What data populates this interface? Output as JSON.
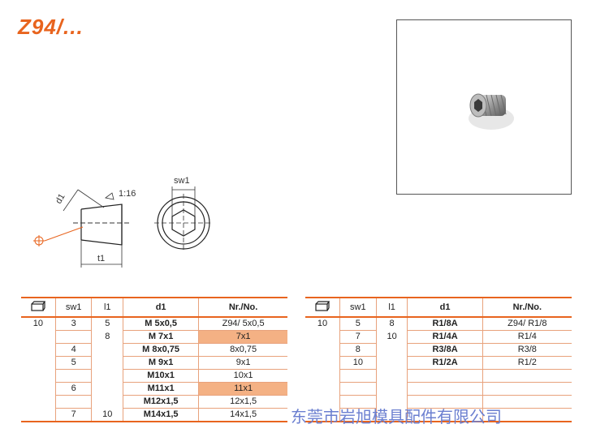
{
  "title": "Z94/...",
  "drawing": {
    "label_d1": "d1",
    "label_taper": "1:16",
    "label_t1": "t1",
    "label_sw1": "sw1"
  },
  "watermark": "东莞市岩旭模具配件有限公司",
  "colors": {
    "accent": "#e8641e",
    "highlight": "#f4b184",
    "watermark": "#6b7fd0"
  },
  "icons": {
    "table_header": "box-icon",
    "drawing_center": "crosshair-icon"
  },
  "table_left": {
    "headers": [
      "",
      "sw1",
      "l1",
      "d1",
      "Nr./No."
    ],
    "rows": [
      {
        "c0": "10",
        "c1": "3",
        "c2": "5",
        "d1": "M  5x0,5",
        "nr": "Z94/   5x0,5",
        "hl": false
      },
      {
        "c0": "",
        "c1": "",
        "c2": "8",
        "d1": "M  7x1",
        "nr": "7x1",
        "hl": true
      },
      {
        "c0": "",
        "c1": "4",
        "c2": "",
        "d1": "M  8x0,75",
        "nr": "8x0,75",
        "hl": false
      },
      {
        "c0": "",
        "c1": "5",
        "c2": "",
        "d1": "M  9x1",
        "nr": "9x1",
        "hl": false
      },
      {
        "c0": "",
        "c1": "",
        "c2": "",
        "d1": "M10x1",
        "nr": "10x1",
        "hl": false
      },
      {
        "c0": "",
        "c1": "6",
        "c2": "",
        "d1": "M11x1",
        "nr": "11x1",
        "hl": true
      },
      {
        "c0": "",
        "c1": "",
        "c2": "",
        "d1": "M12x1,5",
        "nr": "12x1,5",
        "hl": false
      },
      {
        "c0": "",
        "c1": "7",
        "c2": "10",
        "d1": "M14x1,5",
        "nr": "14x1,5",
        "hl": false
      }
    ]
  },
  "table_right": {
    "headers": [
      "",
      "sw1",
      "l1",
      "d1",
      "Nr./No."
    ],
    "rows": [
      {
        "c0": "10",
        "c1": "5",
        "c2": "8",
        "d1": "R1/8A",
        "nr": "Z94/  R1/8"
      },
      {
        "c0": "",
        "c1": "7",
        "c2": "10",
        "d1": "R1/4A",
        "nr": "R1/4"
      },
      {
        "c0": "",
        "c1": "8",
        "c2": "",
        "d1": "R3/8A",
        "nr": "R3/8"
      },
      {
        "c0": "",
        "c1": "10",
        "c2": "",
        "d1": "R1/2A",
        "nr": "R1/2"
      },
      {
        "c0": "",
        "c1": "",
        "c2": "",
        "d1": "",
        "nr": ""
      },
      {
        "c0": "",
        "c1": "",
        "c2": "",
        "d1": "",
        "nr": ""
      },
      {
        "c0": "",
        "c1": "",
        "c2": "",
        "d1": "",
        "nr": ""
      },
      {
        "c0": "",
        "c1": "",
        "c2": "",
        "d1": "",
        "nr": ""
      }
    ]
  }
}
